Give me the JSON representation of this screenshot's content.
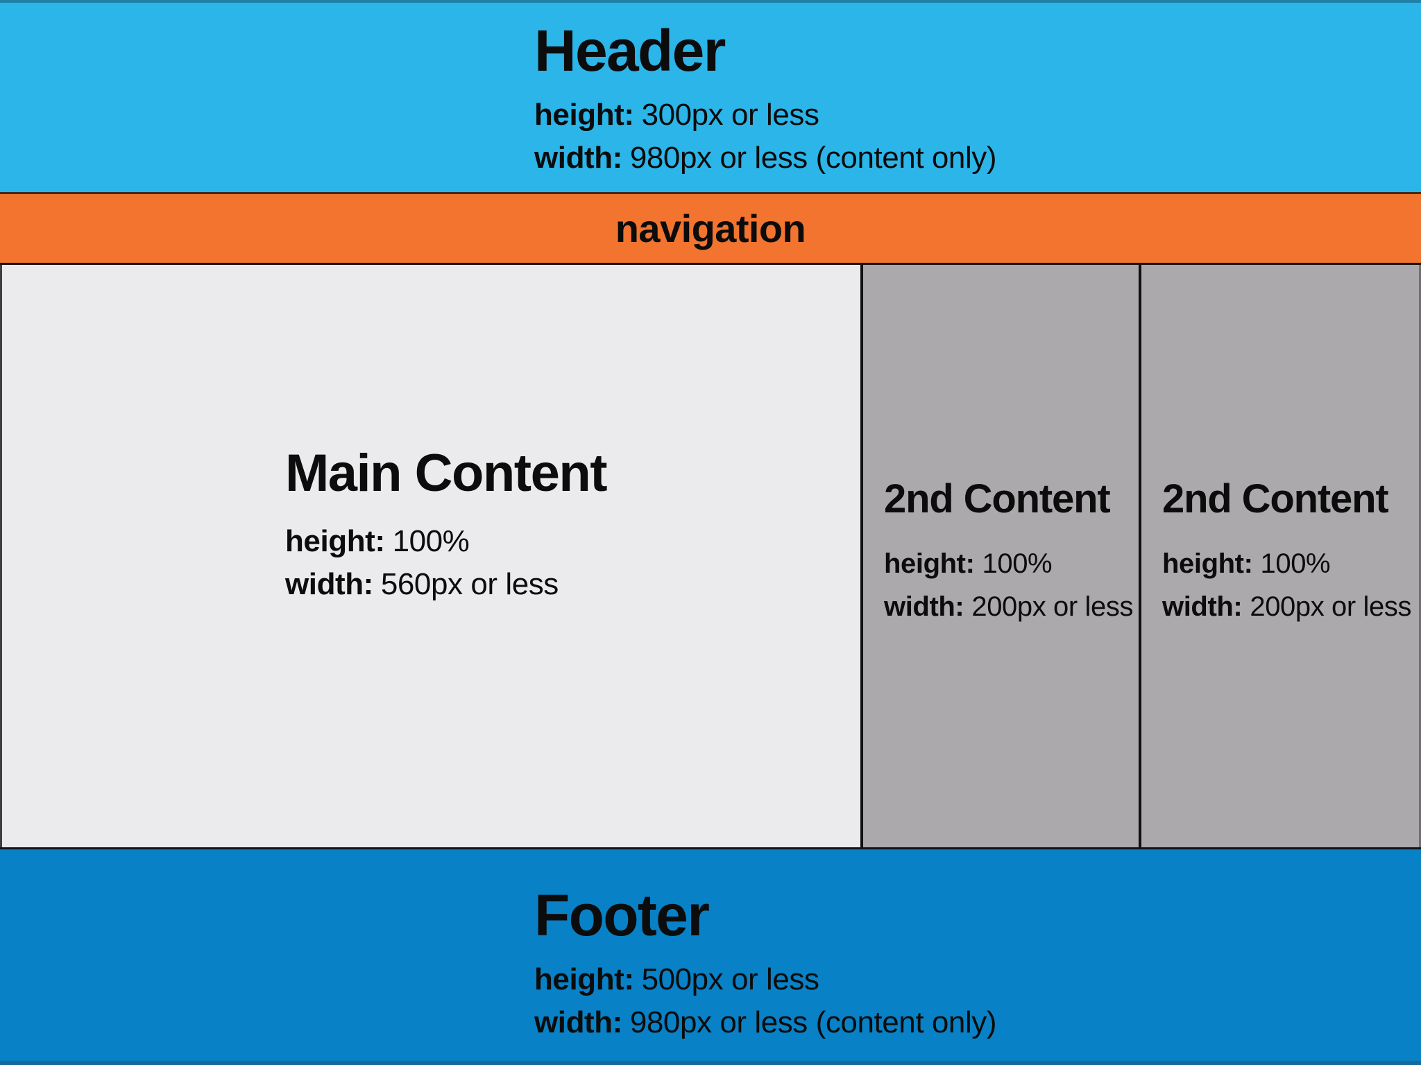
{
  "header": {
    "title": "Header",
    "specs": [
      {
        "label": "height:",
        "value": "300px or less"
      },
      {
        "label": "width:",
        "value": "980px or less (content only)"
      }
    ]
  },
  "navigation": {
    "label": "navigation"
  },
  "main_content": {
    "title": "Main Content",
    "specs": [
      {
        "label": "height:",
        "value": "100%"
      },
      {
        "label": "width:",
        "value": "560px or less"
      }
    ]
  },
  "secondary_content": [
    {
      "title": "2nd Content",
      "specs": [
        {
          "label": "height:",
          "value": "100%"
        },
        {
          "label": "width:",
          "value": "200px or less"
        }
      ]
    },
    {
      "title": "2nd Content",
      "specs": [
        {
          "label": "height:",
          "value": "100%"
        },
        {
          "label": "width:",
          "value": "200px or less"
        }
      ]
    }
  ],
  "footer": {
    "title": "Footer",
    "specs": [
      {
        "label": "height:",
        "value": "500px or less"
      },
      {
        "label": "width:",
        "value": "980px or less (content only)"
      }
    ]
  },
  "colors": {
    "header_bg": "#2cb5e9",
    "navigation_bg": "#f2742f",
    "main_content_bg": "#ebeaed",
    "secondary_content_bg": "#aba9ac",
    "footer_bg": "#0881c6",
    "top_edge": "#1f80a8",
    "bottom_edge": "#156a9b",
    "divider": "#141414",
    "text": "#0c0c0c"
  }
}
